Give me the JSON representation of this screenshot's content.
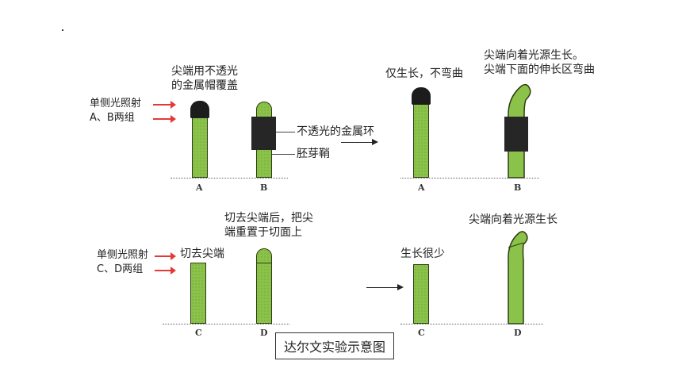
{
  "labels": {
    "cap_note": [
      "尖端用不透光",
      "的金属帽覆盖"
    ],
    "light_ab": [
      "单侧光照射",
      "A、B两组"
    ],
    "ring_note": "不透光的金属环",
    "sheath": "胚芽鞘",
    "result_a": "仅生长，不弯曲",
    "result_b": [
      "尖端向着光源生长。",
      "尖端下面的伸长区弯曲"
    ],
    "replace_note": [
      "切去尖端后，把尖",
      "端重置于切面上"
    ],
    "light_cd": [
      "单侧光照射",
      "C、D两组"
    ],
    "cut_tip": "切去尖端",
    "result_c": "生长很少",
    "result_d": "尖端向着光源生长",
    "caption": "达尔文实验示意图"
  },
  "letters": {
    "top_left": [
      "A",
      "B"
    ],
    "top_right": [
      "A",
      "B"
    ],
    "bottom_left": [
      "C",
      "D"
    ],
    "bottom_right": [
      "C",
      "D"
    ]
  },
  "colors": {
    "stem": "#8bc34a",
    "outline": "#2e3d12",
    "cap": "#1c1c1c",
    "light_arrow": "#e53935"
  },
  "icons": {
    "light": "red-arrow-icon",
    "transition": "black-arrow-icon"
  }
}
